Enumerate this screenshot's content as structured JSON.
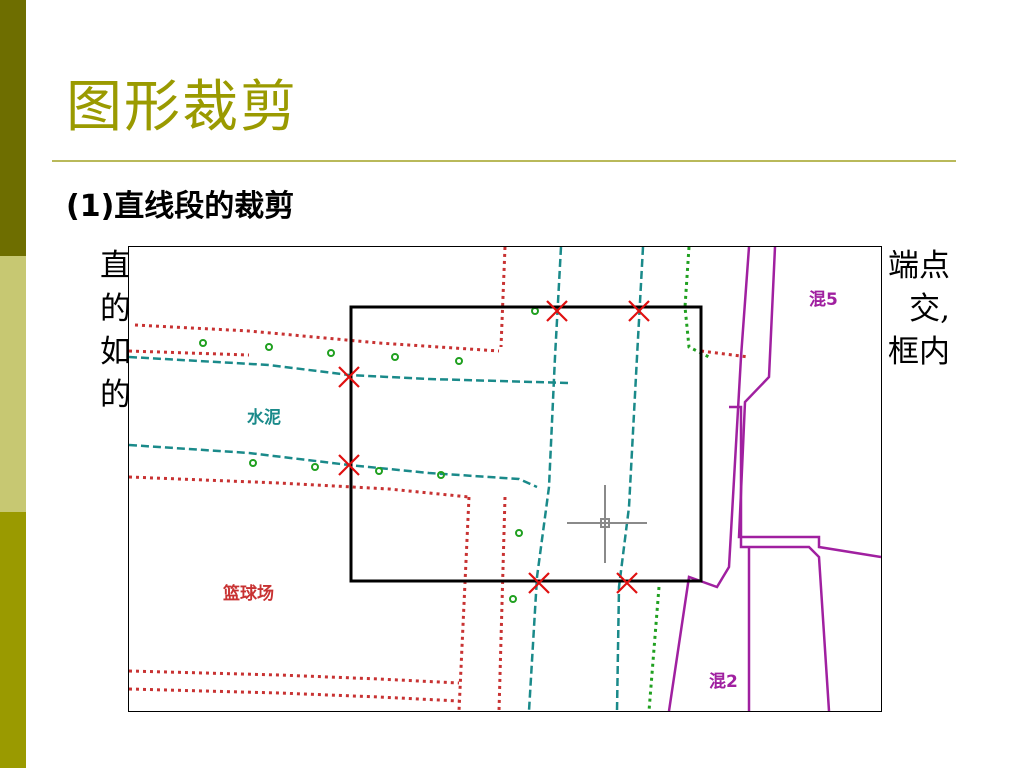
{
  "slide": {
    "title": "图形裁剪",
    "subtitle": "(1)直线段的裁剪",
    "body_lines": [
      "直",
      "端点",
      "的",
      "交,",
      "如",
      "框内",
      "的"
    ]
  },
  "figure": {
    "labels": {
      "cement": "水泥",
      "basketball_court": "篮球场",
      "mix5": "混5",
      "mix2": "混2"
    }
  },
  "colors": {
    "accent": "#9a9a00",
    "sidebar_dark": "#6e6e00",
    "sidebar_light": "#c7c872",
    "teal_line": "#1a8a8a",
    "red_dots": "#c83232",
    "green_dots": "#20a020",
    "purple_line": "#a020a0",
    "cut_marks": "#e01010"
  }
}
